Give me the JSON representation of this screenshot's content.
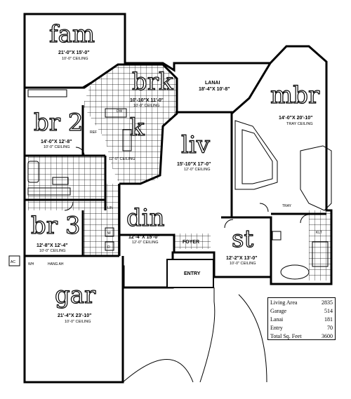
{
  "rooms": {
    "fam": {
      "name": "fam",
      "size": "21'-0\"X 15'-0\"",
      "ceiling": "10'-0\" CEILING"
    },
    "brk": {
      "name": "brk",
      "size": "10'-10\"X 11'-0\"",
      "ceiling": "10'-0\" CEILING"
    },
    "k": {
      "name": "k",
      "ceiling": "12'-0\" CEILING"
    },
    "lanai": {
      "name": "LANAI",
      "size": "18'-4\"X 10'-8\""
    },
    "mbr": {
      "name": "mbr",
      "size": "14'-0\"X 20'-10\"",
      "ceiling": "TRAY CEILING"
    },
    "br2": {
      "name": "br 2",
      "size": "14'-0\"X 12'-8\"",
      "ceiling": "10'-0\" CEILING"
    },
    "liv": {
      "name": "liv",
      "size": "15'-10\"X 17'-0\"",
      "ceiling": "12'-0\" CEILING"
    },
    "br3": {
      "name": "br 3",
      "size": "12'-8\"X 12'-4\"",
      "ceiling": "10'-0\" CEILING"
    },
    "din": {
      "name": "din",
      "size": "12'-4\"X 15'-0\"",
      "ceiling": "12'-0\" CEILING"
    },
    "st": {
      "name": "st",
      "size": "12'-2\"X 13'-0\"",
      "ceiling": "10'-0\" CEILING"
    },
    "gar": {
      "name": "gar",
      "size": "21'-4\"X 23'-10\"",
      "ceiling": "10'-0\" CEILING"
    }
  },
  "labels": {
    "foyer": "FOYER",
    "entry": "ENTRY",
    "tray": "TRAY",
    "ac": "AC",
    "wh": "WH",
    "hang_ah": "HANG AH",
    "lin": "LIN",
    "w": "W",
    "d": "D",
    "dw": "DW",
    "ref": "REF",
    "klt": "KLT"
  },
  "area_table": [
    {
      "label": "Living Area",
      "value": "2835"
    },
    {
      "label": "Garage",
      "value": "514"
    },
    {
      "label": "Lanai",
      "value": "181"
    },
    {
      "label": "Entry",
      "value": "70"
    },
    {
      "label": "Total Sq. Feet",
      "value": "3600"
    }
  ]
}
